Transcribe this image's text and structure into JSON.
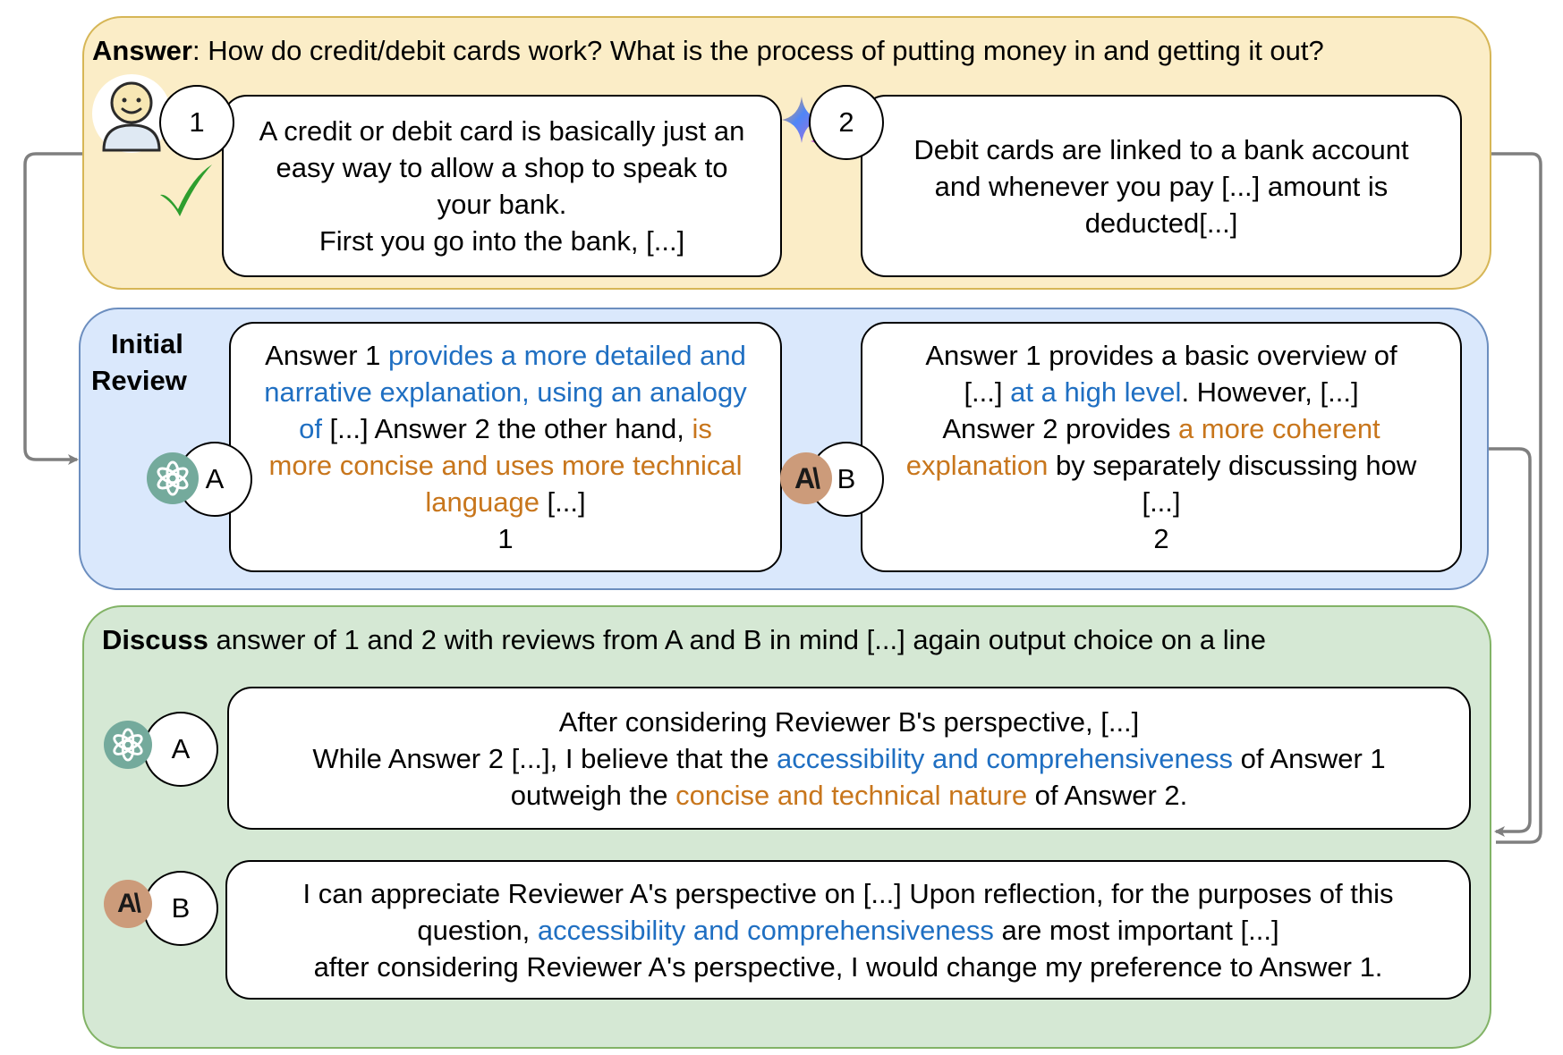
{
  "answer_panel": {
    "heading_bold": "Answer",
    "heading_rest": ": How do credit/debit cards work? What is the process of putting money in and getting it out?",
    "answer1": {
      "badge": "1",
      "lines": [
        "A credit or debit card is basically just an",
        "easy way to allow a shop to speak to",
        "your bank.",
        "First you go into the bank, [...]"
      ]
    },
    "answer2": {
      "badge": "2",
      "lines": [
        "Debit cards are linked to a bank account",
        "and whenever you pay [...] amount is",
        "deducted[...]"
      ]
    }
  },
  "review_panel": {
    "heading_line1": "Initial",
    "heading_line2": "Review",
    "review_a": {
      "badge": "A",
      "l1_blue": "provides a more detailed and",
      "l1_pre": "Answer 1 ",
      "l2_blue": "narrative explanation, using an analogy",
      "l3_blue": "of",
      "l3_mid": " [...] Answer 2  the other hand, ",
      "l3_orange": "is",
      "l4_orange": "more concise and uses more technical",
      "l5_orange": "language",
      "l5_rest": " [...]",
      "l6": "1"
    },
    "review_b": {
      "badge": "B",
      "l1": "Answer 1 provides a basic overview of",
      "l2_pre": "[...] ",
      "l2_blue": "at a high level",
      "l2_rest": ". However, [...]",
      "l3_pre": "Answer 2 provides ",
      "l3_orange": "a more coherent",
      "l4_orange": "explanation",
      "l4_rest": " by separately discussing how",
      "l5": "[...]",
      "l6": "2"
    }
  },
  "discuss_panel": {
    "heading_bold": "Discuss",
    "heading_rest": " answer of 1 and 2 with reviews from A and B in mind [...] again output choice on a line",
    "discuss_a": {
      "badge": "A",
      "l1": "After considering Reviewer B's perspective, [...]",
      "l2_pre": "While Answer 2 [...], I believe that the ",
      "l2_blue": "accessibility and comprehensiveness",
      "l2_rest": " of Answer 1",
      "l3_pre": "outweigh the ",
      "l3_orange": "concise and technical nature",
      "l3_rest": " of Answer 2."
    },
    "discuss_b": {
      "badge": "B",
      "l1": "I can appreciate Reviewer A's perspective on [...] Upon reflection, for the purposes of this",
      "l2_pre": "question, ",
      "l2_blue": "accessibility and comprehensiveness",
      "l2_rest": " are most important [...]",
      "l3": "after considering Reviewer A's perspective, I would change my preference to Answer 1."
    }
  },
  "logos": {
    "anthropic_text": "A\\"
  },
  "icons": [
    "user-avatar-icon",
    "checkmark-icon",
    "gemini-sparkle-icon",
    "openai-logo-icon",
    "anthropic-logo-icon"
  ],
  "colors": {
    "answer_fill": "#fbedc7",
    "answer_stroke": "#d6b656",
    "review_fill": "#dae8fc",
    "review_stroke": "#6c8ebf",
    "discuss_fill": "#d5e8d4",
    "discuss_stroke": "#82b366",
    "highlight_blue": "#1f6fc2",
    "highlight_orange": "#c8761c",
    "check_green": "#2e9e2e",
    "connector_gray": "#7f7f7f"
  }
}
